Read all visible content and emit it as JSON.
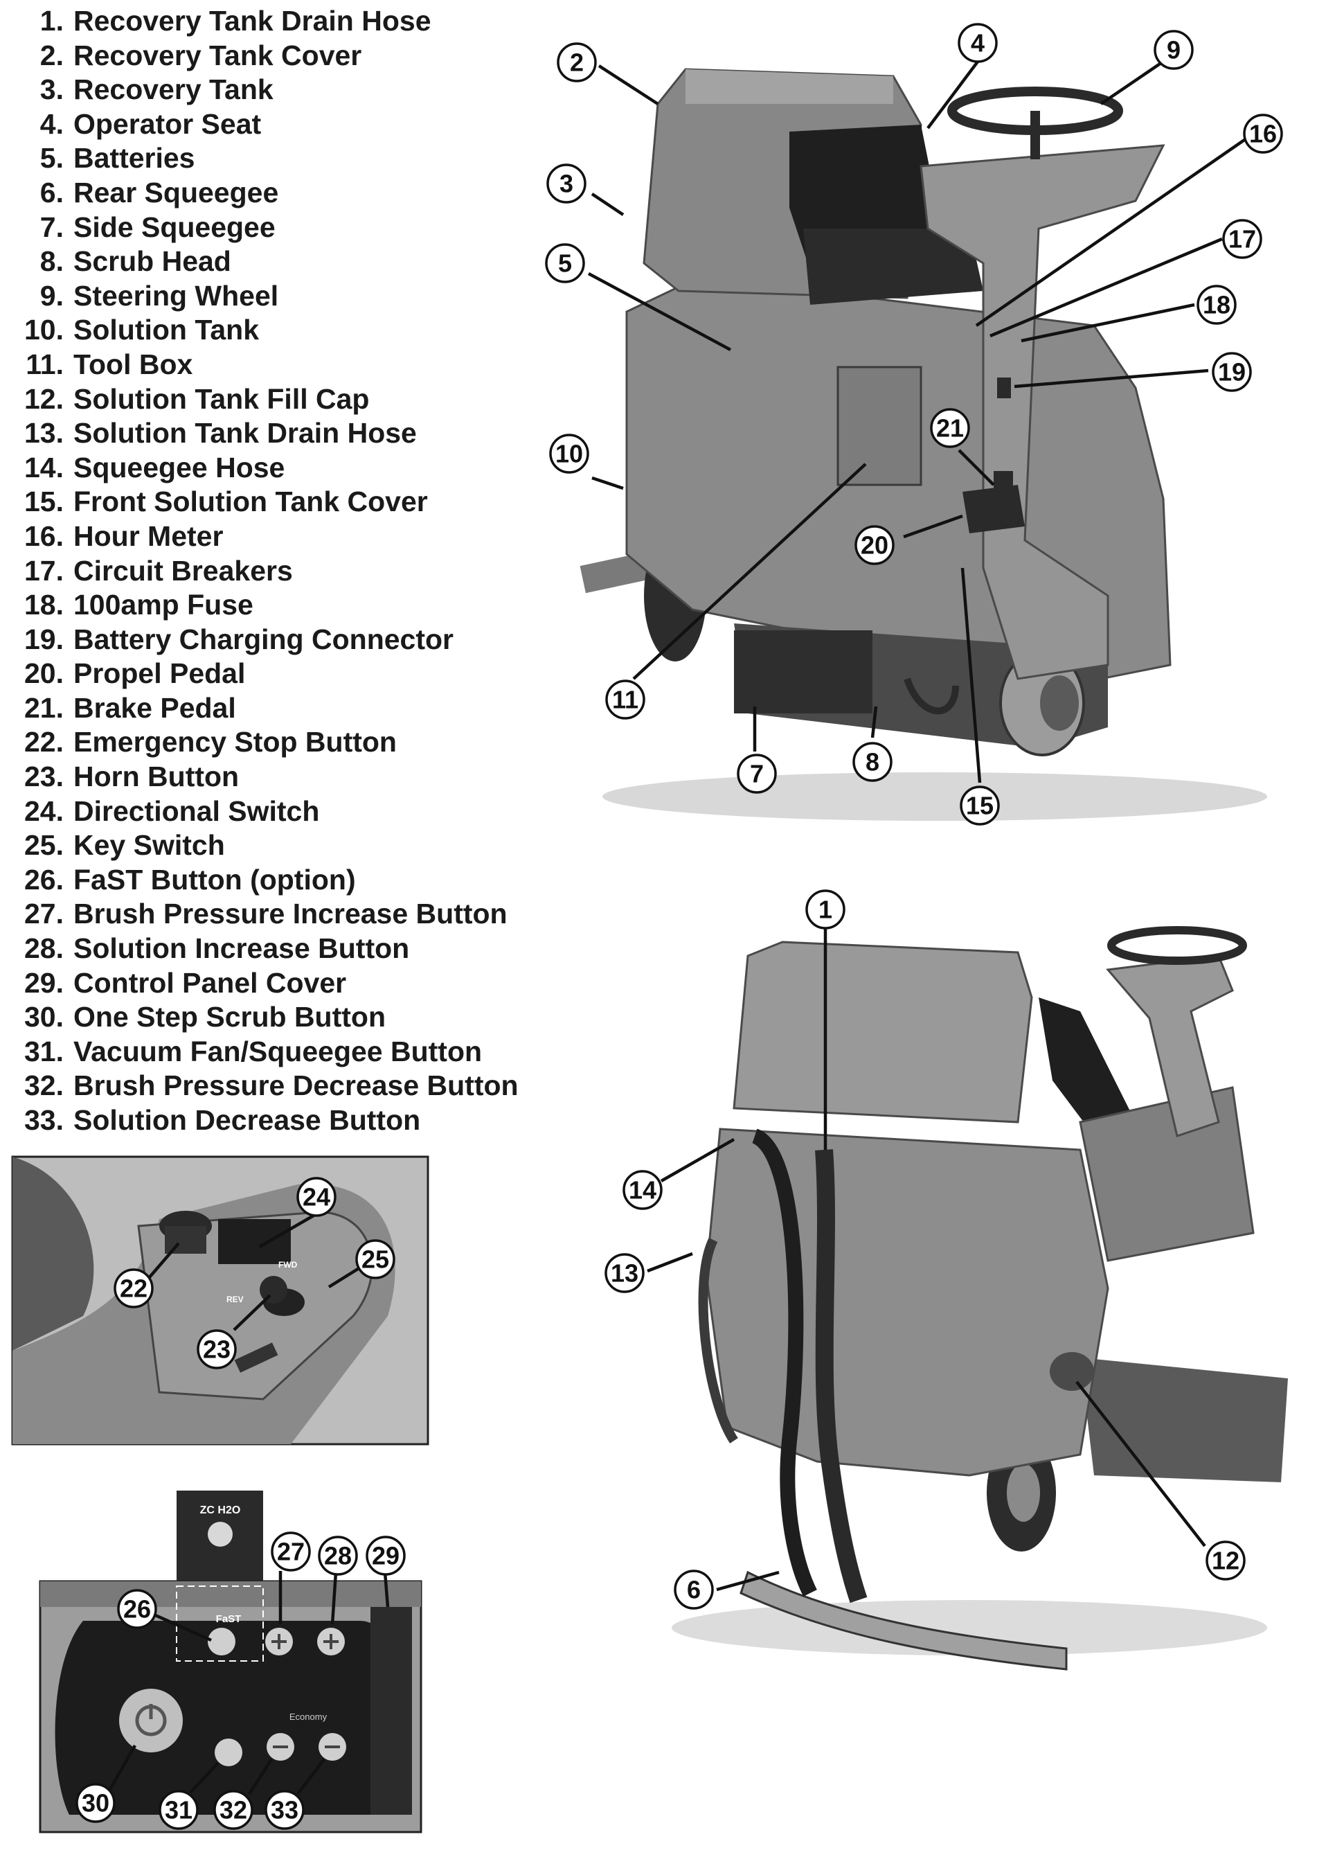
{
  "parts": [
    {
      "num": "1.",
      "label": "Recovery Tank Drain Hose"
    },
    {
      "num": "2.",
      "label": "Recovery Tank Cover"
    },
    {
      "num": "3.",
      "label": "Recovery Tank"
    },
    {
      "num": "4.",
      "label": "Operator Seat"
    },
    {
      "num": "5.",
      "label": "Batteries"
    },
    {
      "num": "6.",
      "label": "Rear Squeegee"
    },
    {
      "num": "7.",
      "label": "Side Squeegee"
    },
    {
      "num": "8.",
      "label": "Scrub Head"
    },
    {
      "num": "9.",
      "label": "Steering Wheel"
    },
    {
      "num": "10.",
      "label": "Solution Tank"
    },
    {
      "num": "11.",
      "label": "Tool Box"
    },
    {
      "num": "12.",
      "label": "Solution Tank Fill Cap"
    },
    {
      "num": "13.",
      "label": "Solution Tank Drain Hose"
    },
    {
      "num": "14.",
      "label": "Squeegee Hose"
    },
    {
      "num": "15.",
      "label": "Front Solution Tank Cover"
    },
    {
      "num": "16.",
      "label": "Hour Meter"
    },
    {
      "num": "17.",
      "label": "Circuit Breakers"
    },
    {
      "num": "18.",
      "label": "100amp Fuse"
    },
    {
      "num": "19.",
      "label": "Battery Charging Connector"
    },
    {
      "num": "20.",
      "label": "Propel Pedal"
    },
    {
      "num": "21.",
      "label": "Brake Pedal"
    },
    {
      "num": "22.",
      "label": "Emergency Stop Button"
    },
    {
      "num": "23.",
      "label": "Horn Button"
    },
    {
      "num": "24.",
      "label": "Directional Switch"
    },
    {
      "num": "25.",
      "label": "Key Switch"
    },
    {
      "num": "26.",
      "label": "FaST Button (option)"
    },
    {
      "num": "27.",
      "label": "Brush Pressure Increase Button"
    },
    {
      "num": "28.",
      "label": "Solution Increase Button"
    },
    {
      "num": "29.",
      "label": "Control Panel Cover"
    },
    {
      "num": "30.",
      "label": "One Step Scrub Button"
    },
    {
      "num": "31.",
      "label": "Vacuum Fan/Squeegee Button"
    },
    {
      "num": "32.",
      "label": "Brush Pressure Decrease Button"
    },
    {
      "num": "33.",
      "label": "Solution Decrease Button"
    }
  ],
  "callouts": {
    "c1": "1",
    "c2": "2",
    "c3": "3",
    "c4": "4",
    "c5": "5",
    "c6": "6",
    "c7": "7",
    "c8": "8",
    "c9": "9",
    "c10": "10",
    "c11": "11",
    "c12": "12",
    "c13": "13",
    "c14": "14",
    "c15": "15",
    "c16": "16",
    "c17": "17",
    "c18": "18",
    "c19": "19",
    "c20": "20",
    "c21": "21",
    "c22": "22",
    "c23": "23",
    "c24": "24",
    "c25": "25",
    "c26": "26",
    "c27": "27",
    "c28": "28",
    "c29": "29",
    "c30": "30",
    "c31": "31",
    "c32": "32",
    "c33": "33"
  },
  "panel_labels": {
    "zero_h2o": "ZC H2O",
    "fast": "FaST",
    "economy": "Economy",
    "fwd": "FWD",
    "rev": "REV"
  },
  "colors": {
    "machine_body": "#8a8a8a",
    "machine_dark": "#3a3a3a",
    "photo_bg": "#bdbdbd",
    "panel_black": "#1c1c1c",
    "callout_fill": "#ffffff"
  }
}
